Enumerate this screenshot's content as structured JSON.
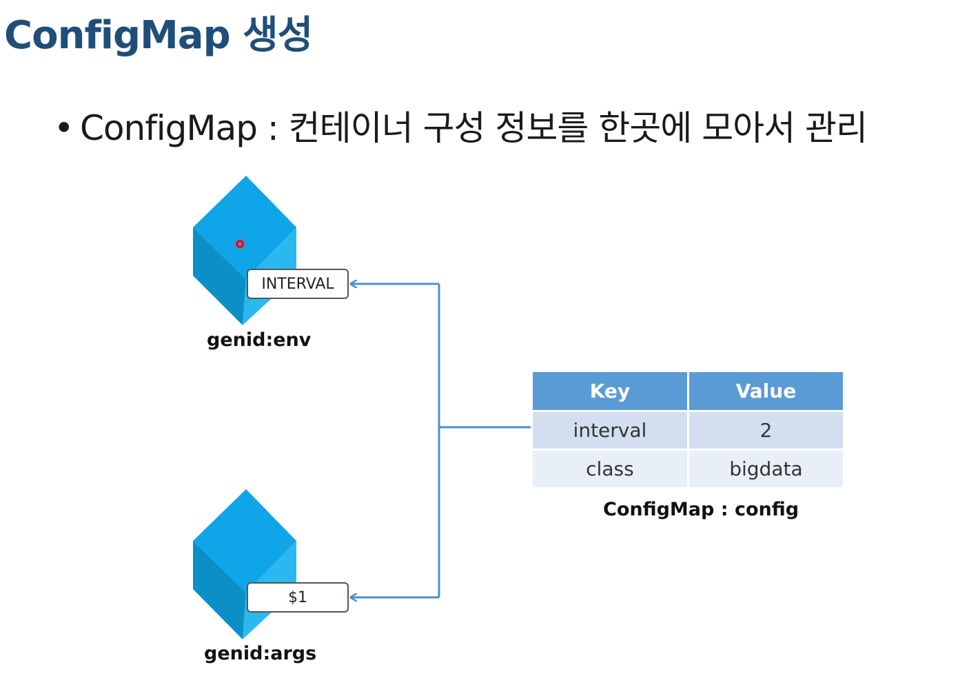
{
  "slide": {
    "title": "ConfigMap 생성",
    "bullet_text": "ConfigMap : 컨테이너 구성 정보를 한곳에 모아서 관리"
  },
  "containers": [
    {
      "label": "genid:env",
      "tag": "INTERVAL"
    },
    {
      "label": "genid:args",
      "tag": "$1"
    }
  ],
  "configmap": {
    "headers": [
      "Key",
      "Value"
    ],
    "rows": [
      [
        "interval",
        "2"
      ],
      [
        "class",
        "bigdata"
      ]
    ],
    "caption": "ConfigMap : config"
  },
  "colors": {
    "title": "#1f4e79",
    "cube_top": "#0ea5e9",
    "cube_left": "#0b8fc7",
    "cube_right": "#2bb8ee",
    "arrow": "#4a90c8",
    "table_header": "#5b9bd5"
  }
}
